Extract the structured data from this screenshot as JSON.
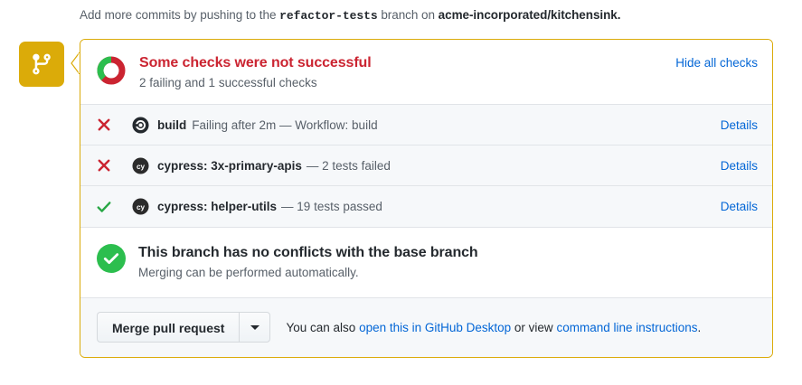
{
  "push_notice": {
    "prefix": "Add more commits by pushing to the",
    "branch": "refactor-tests",
    "middle": "branch on",
    "repo": "acme-incorporated/kitchensink",
    "suffix": "."
  },
  "merge_badge": {
    "icon": "git-branch-icon",
    "color": "#dbab09"
  },
  "status": {
    "icon": "checks-donut-icon",
    "title": "Some checks were not successful",
    "subtitle": "2 failing and 1 successful checks",
    "title_color": "#cb2431",
    "toggle_label": "Hide all checks"
  },
  "checks": [
    {
      "state": "failure",
      "state_icon": "x-icon",
      "avatar": "github-actions-icon",
      "label": "build",
      "description": "Failing after 2m — Workflow: build",
      "details_label": "Details"
    },
    {
      "state": "failure",
      "state_icon": "x-icon",
      "avatar": "cypress-icon",
      "label": "cypress: 3x-primary-apis",
      "description": "— 2 tests failed",
      "details_label": "Details"
    },
    {
      "state": "success",
      "state_icon": "check-icon",
      "avatar": "cypress-icon",
      "label": "cypress: helper-utils",
      "description": "— 19 tests passed",
      "details_label": "Details"
    }
  ],
  "conflicts": {
    "icon": "check-circle-icon",
    "icon_color": "#2cbe4e",
    "title": "This branch has no conflicts with the base branch",
    "subtitle": "Merging can be performed automatically."
  },
  "footer": {
    "merge_label": "Merge pull request",
    "dropdown_icon": "chevron-down-icon",
    "note_prefix": "You can also",
    "desktop_link": "open this in GitHub Desktop",
    "note_middle": "or view",
    "cli_link": "command line instructions",
    "note_suffix": "."
  },
  "colors": {
    "border": "#dbab09",
    "link": "#0366d6",
    "danger": "#cb2431",
    "success": "#2cbe4e",
    "muted": "#586069"
  }
}
